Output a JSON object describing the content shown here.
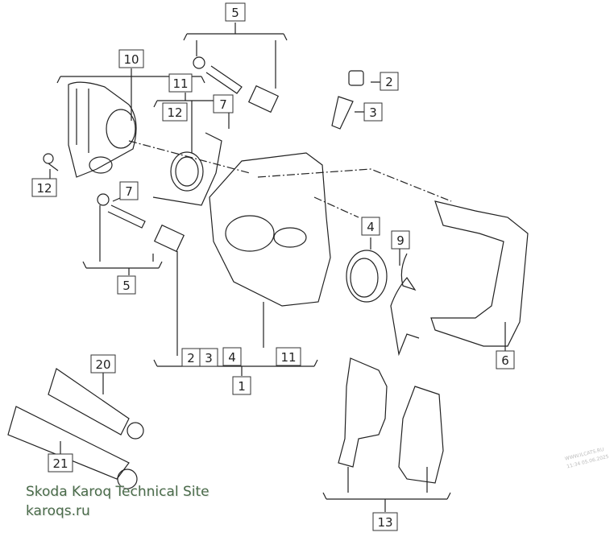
{
  "callouts": [
    {
      "id": "c5a",
      "text": "5"
    },
    {
      "id": "c10",
      "text": "10"
    },
    {
      "id": "c11a",
      "text": "11"
    },
    {
      "id": "c7a",
      "text": "7"
    },
    {
      "id": "c12a",
      "text": "12"
    },
    {
      "id": "c2a",
      "text": "2"
    },
    {
      "id": "c3a",
      "text": "3"
    },
    {
      "id": "c12b",
      "text": "12"
    },
    {
      "id": "c7b",
      "text": "7"
    },
    {
      "id": "c4a",
      "text": "4"
    },
    {
      "id": "c9",
      "text": "9"
    },
    {
      "id": "c5b",
      "text": "5"
    },
    {
      "id": "c2b",
      "text": "2"
    },
    {
      "id": "c3b",
      "text": "3"
    },
    {
      "id": "c4b",
      "text": "4"
    },
    {
      "id": "c11b",
      "text": "11"
    },
    {
      "id": "c1",
      "text": "1"
    },
    {
      "id": "c6",
      "text": "6"
    },
    {
      "id": "c20",
      "text": "20"
    },
    {
      "id": "c21",
      "text": "21"
    },
    {
      "id": "c13",
      "text": "13"
    }
  ],
  "watermark": {
    "line1": "Skoda Karoq Technical Site",
    "line2": "karoqs.ru"
  },
  "stamp": {
    "line1": "WWW.ILCATS.RU",
    "line2": "11:34 05.06.2025"
  }
}
